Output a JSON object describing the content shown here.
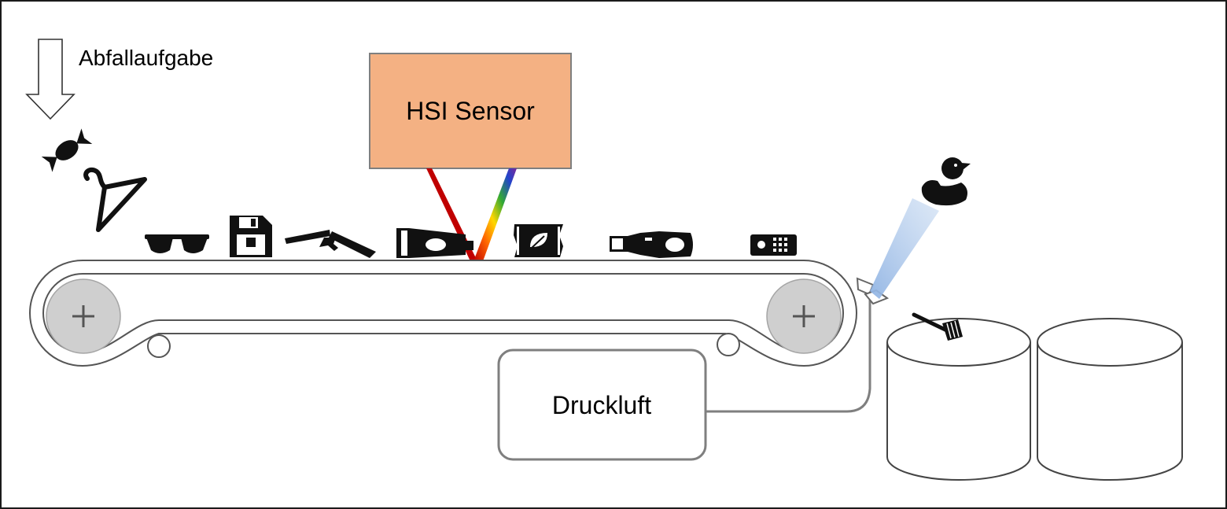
{
  "labels": {
    "input": "Abfallaufgabe",
    "sensor": "HSI Sensor",
    "compressed_air": "Druckluft"
  },
  "colors": {
    "sensor_fill": "#f4b183",
    "sensor_stroke": "#7f7f7f",
    "roller_fill": "#cfcfcf",
    "air_jet": "#a8c4e8",
    "icon": "#111111"
  },
  "objects_on_belt": [
    "sunglasses-icon",
    "floppy-disk-icon",
    "fork-icon",
    "tube-icon",
    "snack-bag-icon",
    "bottle-icon",
    "remote-control-icon"
  ],
  "falling_objects": [
    "candy-icon",
    "hanger-icon"
  ],
  "ejected_object": "rubber-duck-icon",
  "binned_object": "toothbrush-icon"
}
